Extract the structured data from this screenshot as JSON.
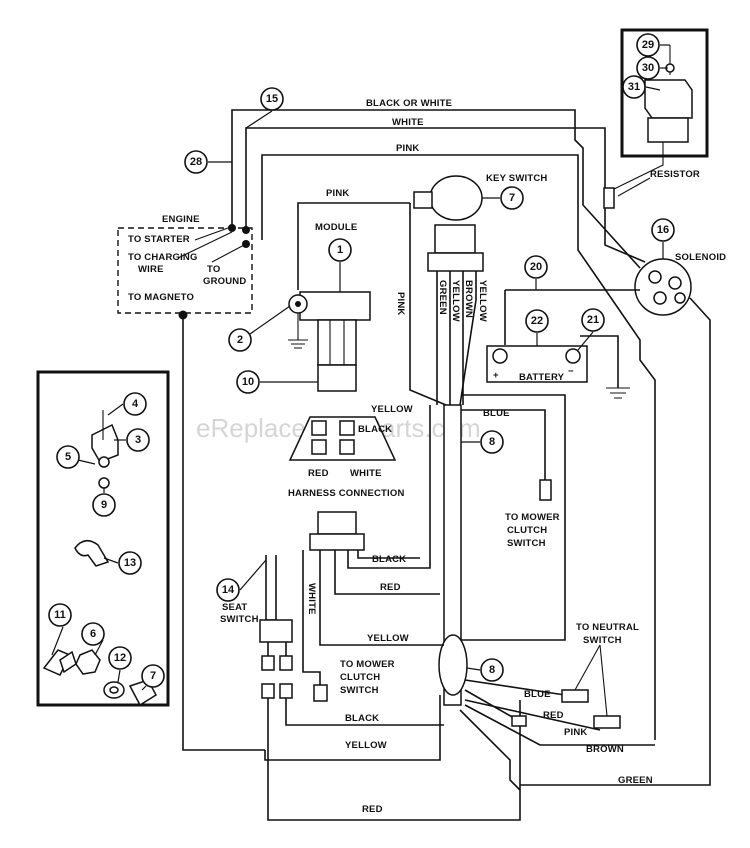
{
  "watermark": "eReplacementParts.com",
  "wire_labels": {
    "black_or_white": "BLACK OR WHITE",
    "white_top": "WHITE",
    "pink_top": "PINK",
    "pink_module": "PINK",
    "pink_vertical": "PINK",
    "green_v": "GREEN",
    "brown_v": "BROWN",
    "yellow_v": "YELLOW",
    "yellow_v2": "YELLOW",
    "blue_mid": "BLUE",
    "black_mid": "BLACK",
    "red_mid": "RED",
    "yellow_mid": "YELLOW",
    "white_v": "WHITE",
    "blue_low": "BLUE",
    "red_low": "RED",
    "pink_low": "PINK",
    "brown_low": "BROWN",
    "green_low": "GREEN",
    "black_low": "BLACK",
    "yellow_low": "YELLOW",
    "red_bottom": "RED"
  },
  "component_labels": {
    "engine": "ENGINE",
    "to_starter": "TO STARTER",
    "to_charging": "TO CHARGING",
    "wire": "WIRE",
    "to": "TO",
    "ground": "GROUND",
    "to_magneto": "TO MAGNETO",
    "module": "MODULE",
    "key_switch": "KEY SWITCH",
    "resistor": "RESISTOR",
    "solenoid": "SOLENOID",
    "battery": "BATTERY",
    "plus": "+",
    "minus": "−",
    "harness_connection": "HARNESS CONNECTION",
    "hc_yellow": "YELLOW",
    "hc_black": "BLACK",
    "hc_red": "RED",
    "hc_white": "WHITE",
    "to_mower_1": "TO MOWER",
    "clutch_1": "CLUTCH",
    "switch_1": "SWITCH",
    "to_mower_2": "TO MOWER",
    "clutch_2": "CLUTCH",
    "switch_2": "SWITCH",
    "to_neutral": "TO NEUTRAL",
    "switch_3": "SWITCH",
    "seat": "SEAT",
    "seat_switch": "SWITCH"
  },
  "callouts": [
    "1",
    "2",
    "3",
    "4",
    "5",
    "6",
    "7",
    "7",
    "8",
    "8",
    "9",
    "10",
    "11",
    "12",
    "13",
    "14",
    "15",
    "16",
    "20",
    "21",
    "22",
    "28",
    "29",
    "30",
    "31"
  ]
}
